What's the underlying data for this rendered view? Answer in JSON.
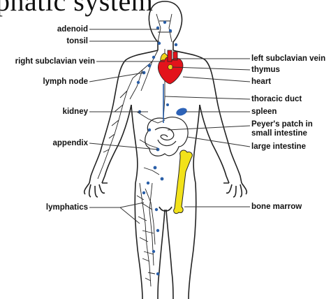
{
  "title": "phatic system",
  "colors": {
    "outline": "#222222",
    "lymph": "#2a5fa8",
    "heart": "#e3131b",
    "thymus": "#f2d21a",
    "spleen": "#2d63b8",
    "bone": "#f2e21a",
    "leader": "#333333"
  },
  "labels_left": {
    "adenoid": "adenoid",
    "tonsil": "tonsil",
    "right_subclavian_vein": "right subclavian vein",
    "lymph_node": "lymph node",
    "kidney": "kidney",
    "appendix": "appendix",
    "lymphatics": "lymphatics"
  },
  "labels_right": {
    "left_subclavian_vein": "left subclavian vein",
    "thymus": "thymus",
    "heart": "heart",
    "thoracic_duct": "thoracic duct",
    "spleen": "spleen",
    "peyers_patch_line1": "Peyer's patch in",
    "peyers_patch_line2": "small intestine",
    "large_intestine": "large intestine",
    "bone_marrow": "bone marrow"
  }
}
